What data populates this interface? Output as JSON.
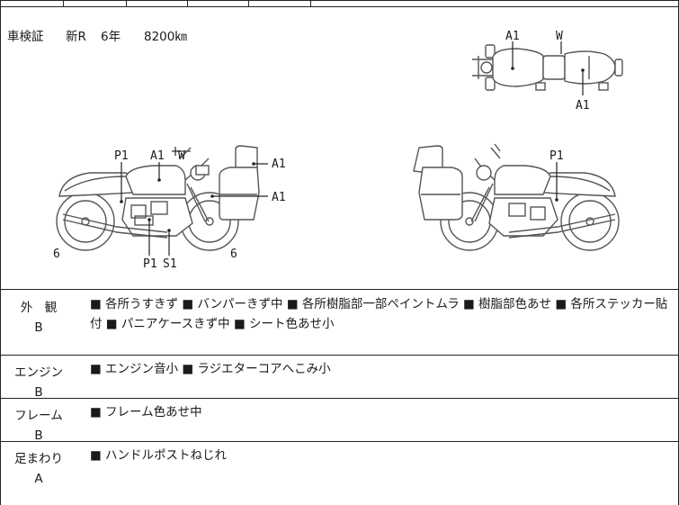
{
  "header": {
    "registration": "車検証",
    "condition": "新R",
    "years": "6年",
    "mileage": "8200㎞"
  },
  "diagram": {
    "labels": {
      "top_a1_front": "A1",
      "top_w": "W",
      "top_a1_rear": "A1",
      "left_p1": "P1",
      "left_a1": "A1",
      "left_w": "W",
      "left_case_a1_top": "A1",
      "left_case_a1_bottom": "A1",
      "left_6_front": "6",
      "left_6_rear": "6",
      "left_p1_bottom": "P1",
      "left_s1": "S1",
      "right_p1": "P1"
    }
  },
  "sections": [
    {
      "label": "外　観",
      "grade": "B",
      "text": "■ 各所うすきず ■ バンパーきず中 ■ 各所樹脂部一部ペイントムラ ■ 樹脂部色あせ ■ 各所ステッカー貼付 ■ パニアケースきず中 ■ シート色あせ小"
    },
    {
      "label": "エンジン",
      "grade": "B",
      "text": "■ エンジン音小 ■ ラジエターコアへこみ小"
    },
    {
      "label": "フレーム",
      "grade": "B",
      "text": "■ フレーム色あせ中"
    },
    {
      "label": "足まわり",
      "grade": "A",
      "text": "■ ハンドルポストねじれ"
    }
  ]
}
